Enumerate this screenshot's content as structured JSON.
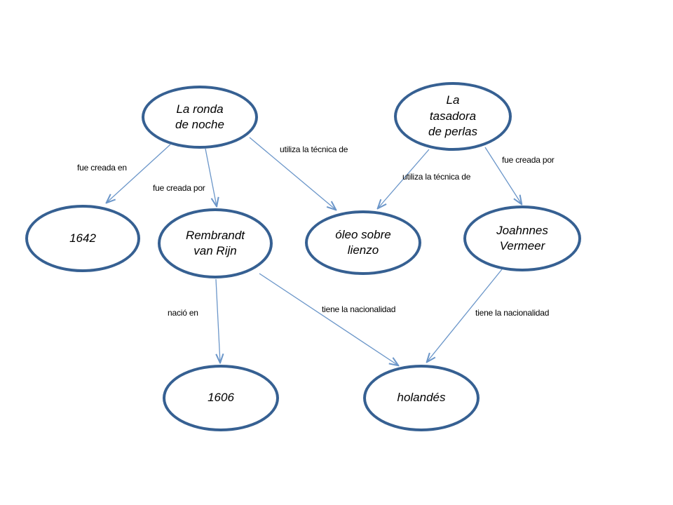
{
  "diagram": {
    "type": "concept-map",
    "language": "es",
    "colors": {
      "background": "#ffffff",
      "node_border": "#366092",
      "node_fill": "#ffffff",
      "arrow": "#6b96c9",
      "node_text": "#000000",
      "label_text": "#000000"
    },
    "nodes": [
      {
        "id": "la-ronda-de-noche",
        "lines": [
          "La ronda",
          "de noche"
        ]
      },
      {
        "id": "la-tasadora-de-perlas",
        "lines": [
          "La",
          "tasadora",
          "de perlas"
        ]
      },
      {
        "id": "year-1642",
        "lines": [
          "1642"
        ]
      },
      {
        "id": "rembrandt-van-rijn",
        "lines": [
          "Rembrandt",
          "van Rijn"
        ]
      },
      {
        "id": "oleo-sobre-lienzo",
        "lines": [
          "óleo sobre",
          "lienzo"
        ]
      },
      {
        "id": "joahnnes-vermeer",
        "lines": [
          "Joahnnes",
          "Vermeer"
        ]
      },
      {
        "id": "year-1606",
        "lines": [
          "1606"
        ]
      },
      {
        "id": "holandes",
        "lines": [
          "holandés"
        ]
      }
    ],
    "edges": [
      {
        "from": "la-ronda-de-noche",
        "to": "year-1642",
        "label": "fue creada en"
      },
      {
        "from": "la-ronda-de-noche",
        "to": "rembrandt-van-rijn",
        "label": "fue creada por"
      },
      {
        "from": "la-ronda-de-noche",
        "to": "oleo-sobre-lienzo",
        "label": "utiliza la técnica de"
      },
      {
        "from": "la-tasadora-de-perlas",
        "to": "oleo-sobre-lienzo",
        "label": "utiliza la técnica de"
      },
      {
        "from": "la-tasadora-de-perlas",
        "to": "joahnnes-vermeer",
        "label": "fue creada por"
      },
      {
        "from": "rembrandt-van-rijn",
        "to": "year-1606",
        "label": "nació en"
      },
      {
        "from": "rembrandt-van-rijn",
        "to": "holandes",
        "label": "tiene la nacionalidad"
      },
      {
        "from": "joahnnes-vermeer",
        "to": "holandes",
        "label": "tiene la nacionalidad"
      }
    ]
  }
}
